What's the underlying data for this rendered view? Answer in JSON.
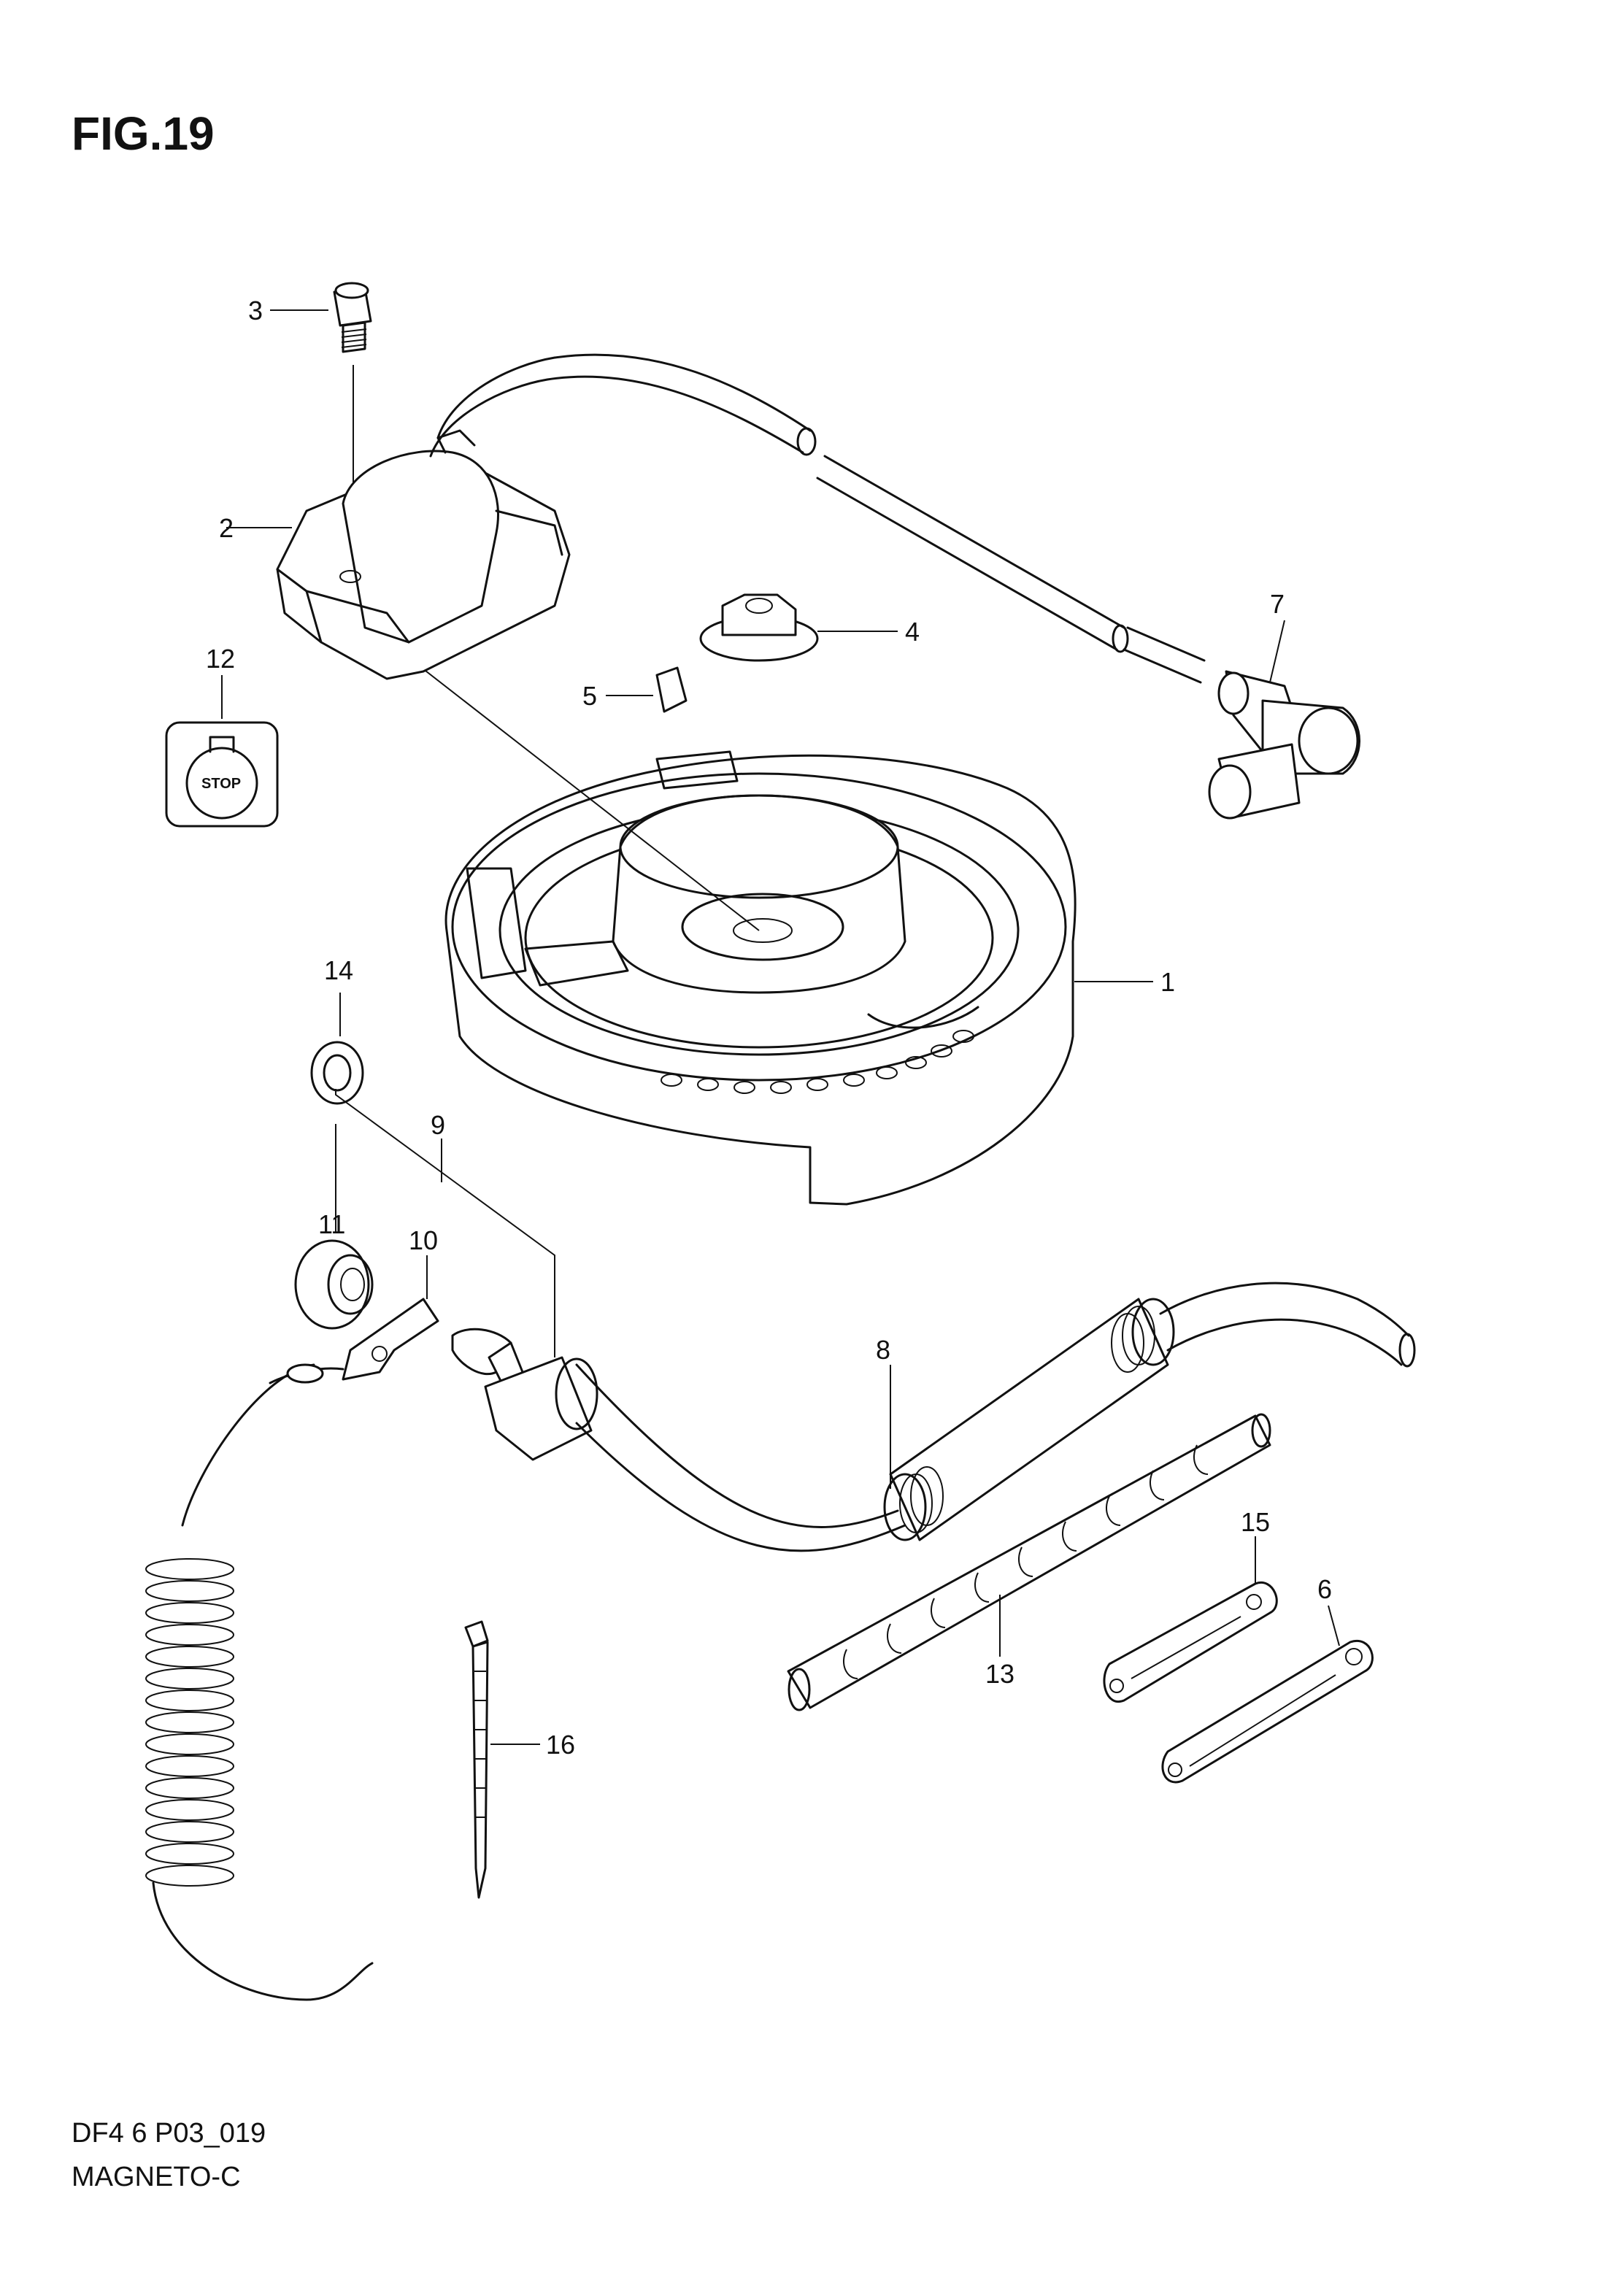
{
  "figure": {
    "title": "FIG.19",
    "model_code": "DF4 6 P03_019",
    "subtitle": "MAGNETO-C"
  },
  "stop_label": "STOP",
  "callouts": [
    "1",
    "2",
    "3",
    "4",
    "5",
    "6",
    "7",
    "8",
    "9",
    "10",
    "11",
    "12",
    "13",
    "14",
    "15",
    "16"
  ]
}
